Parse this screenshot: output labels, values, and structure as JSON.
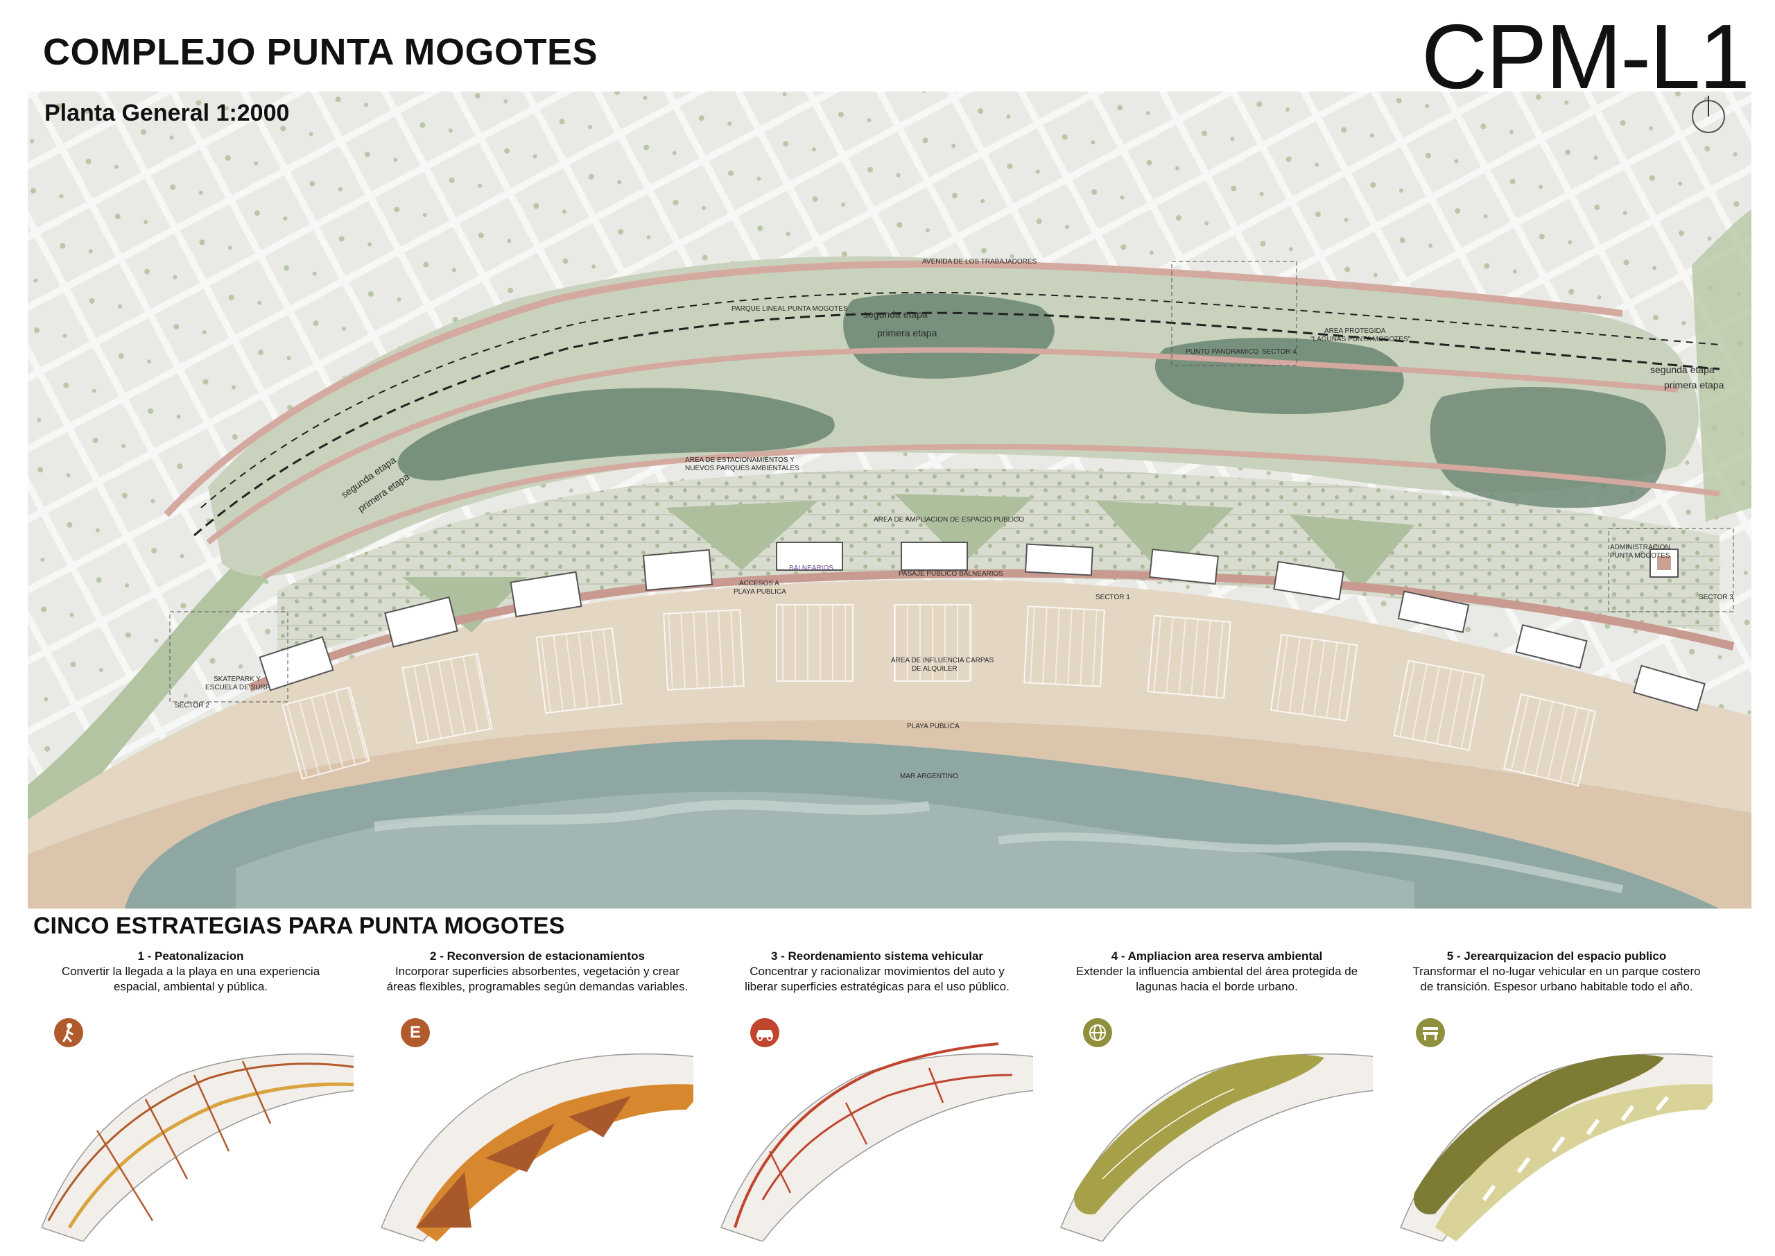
{
  "header": {
    "title": "COMPLEJO PUNTA MOGOTES",
    "code": "CPM-L1"
  },
  "plan": {
    "title": "Planta General 1:2000",
    "labels": {
      "avenida": "AVENIDA DE LOS TRABAJADORES",
      "parque_lineal": "PARQUE LINEAL PUNTA MOGOTES",
      "segunda_etapa": "segunda etapa",
      "primera_etapa": "primera etapa",
      "punto_panoramico": "PUNTO PANORAMICO",
      "sector4": "SECTOR 4",
      "area_protegida_1": "AREA PROTEGIDA",
      "area_protegida_2": "\"LAGUNAS PUNTA MOGOTES\"",
      "estacionamientos_1": "AREA DE ESTACIONAMIENTOS Y",
      "estacionamientos_2": "NUEVOS PARQUES AMBIENTALES",
      "ampliacion": "AREA DE AMPLIACION DE ESPACIO PUBLICO",
      "balnearios": "BALNEARIOS",
      "accesos_1": "ACCESOS A",
      "accesos_2": "PLAYA PUBLICA",
      "pasaje": "PASAJE PUBLICO BALNEARIOS",
      "sector1": "SECTOR 1",
      "administracion_1": "ADMINISTRACION",
      "administracion_2": "PUNTA MOGOTES",
      "sector3": "SECTOR 3",
      "skatepark_1": "SKATEPARK Y",
      "skatepark_2": "ESCUELA DE SURF",
      "sector2": "SECTOR 2",
      "carpas_1": "AREA DE INFLUENCIA CARPAS",
      "carpas_2": "DE ALQUILER",
      "playa_publica": "PLAYA PUBLICA",
      "mar": "MAR ARGENTINO"
    }
  },
  "strategies": {
    "title": "CINCO ESTRATEGIAS PARA PUNTA MOGOTES",
    "items": [
      {
        "title": "1 - Peatonalizacion",
        "line1": "Convertir la llegada a la playa en una experiencia",
        "line2": "espacial, ambiental y pública.",
        "icon": "pedestrian-icon",
        "color": "#b15a2c"
      },
      {
        "title": "2 - Reconversion de estacionamientos",
        "line1": "Incorporar superficies absorbentes, vegetación y crear",
        "line2": "áreas flexibles, programables según demandas variables.",
        "icon": "parking-icon",
        "icon_text": "E",
        "color": "#b15a2c"
      },
      {
        "title": "3 - Reordenamiento sistema vehicular",
        "line1": "Concentrar y racionalizar movimientos del auto y",
        "line2": "liberar superficies estratégicas para el uso público.",
        "icon": "car-icon",
        "color": "#c0442e"
      },
      {
        "title": "4 - Ampliacion area reserva ambiental",
        "line1": "Extender la influencia ambiental del área protegida de",
        "line2": "lagunas hacia el borde urbano.",
        "icon": "globe-icon",
        "color": "#8f8f3c"
      },
      {
        "title": "5 - Jerearquizacion del espacio publico",
        "line1": "Transformar el no-lugar vehicular en un parque costero",
        "line2": "de transición. Espesor urbano habitable todo el año.",
        "icon": "bench-icon",
        "color": "#8f8f3c"
      }
    ]
  }
}
